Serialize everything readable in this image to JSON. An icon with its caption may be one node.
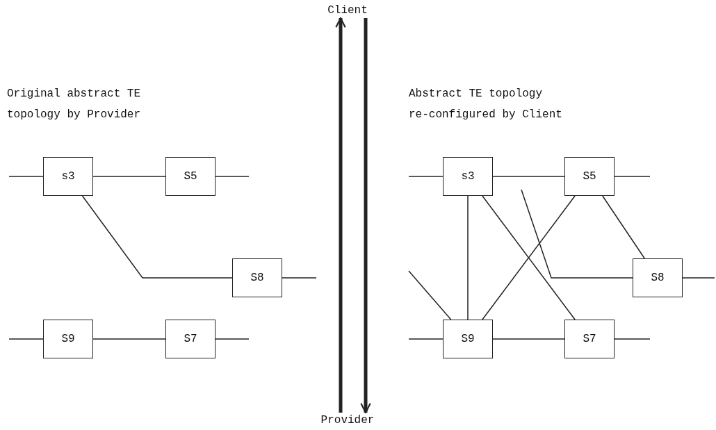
{
  "diagram": {
    "nodes": [
      {
        "text": [
          "Client"
        ]
      },
      {
        "text": [
          "Provider"
        ]
      },
      {
        "text": [
          "s3"
        ]
      },
      {
        "text": [
          "S5"
        ]
      },
      {
        "text": [
          "S8"
        ]
      },
      {
        "text": [
          "S9"
        ]
      },
      {
        "text": [
          "S7"
        ]
      },
      {
        "text": [
          "s3"
        ]
      },
      {
        "text": [
          "S5"
        ]
      },
      {
        "text": [
          "S8"
        ]
      },
      {
        "text": [
          "S9"
        ]
      },
      {
        "text": [
          "S7"
        ]
      }
    ],
    "edges": [
      {
        "from": 1,
        "to": 0,
        "arrow": "to",
        "style": "thick"
      },
      {
        "from": 0,
        "to": 1,
        "arrow": "to",
        "style": "thick"
      },
      {
        "from": null,
        "to": 2,
        "arrow": "none"
      },
      {
        "from": 2,
        "to": 3,
        "arrow": "none"
      },
      {
        "from": 3,
        "to": null,
        "arrow": "none"
      },
      {
        "from": 2,
        "to": 4,
        "arrow": "none"
      },
      {
        "from": 4,
        "to": null,
        "arrow": "none"
      },
      {
        "from": null,
        "to": 5,
        "arrow": "none"
      },
      {
        "from": 5,
        "to": 6,
        "arrow": "none"
      },
      {
        "from": 6,
        "to": null,
        "arrow": "none"
      },
      {
        "from": null,
        "to": 7,
        "arrow": "none"
      },
      {
        "from": 7,
        "to": 8,
        "arrow": "none"
      },
      {
        "from": 8,
        "to": null,
        "arrow": "none"
      },
      {
        "from": 7,
        "to": 10,
        "arrow": "none"
      },
      {
        "from": 7,
        "to": 11,
        "arrow": "none"
      },
      {
        "from": 8,
        "to": 10,
        "arrow": "none"
      },
      {
        "from": 8,
        "to": 9,
        "arrow": "none"
      },
      {
        "from": null,
        "to": 9,
        "arrow": "none"
      },
      {
        "from": 9,
        "to": null,
        "arrow": "none"
      },
      {
        "from": null,
        "to": 10,
        "arrow": "none"
      },
      {
        "from": null,
        "to": 10,
        "arrow": "none"
      },
      {
        "from": 10,
        "to": 11,
        "arrow": "none"
      },
      {
        "from": 11,
        "to": null,
        "arrow": "none"
      }
    ],
    "labels": [
      "Original abstract TE topology by Provider",
      "Abstract TE topology re-configured by Client"
    ]
  }
}
